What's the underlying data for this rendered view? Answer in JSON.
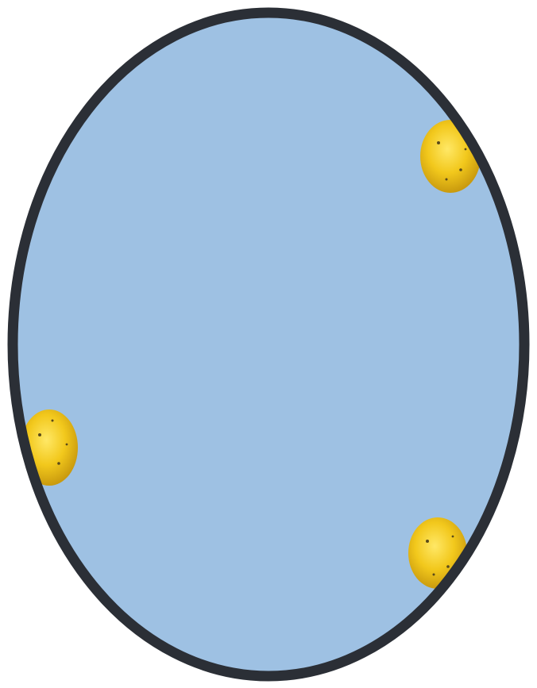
{
  "colors": {
    "background": "#ffffff",
    "disk_fill": "#9ec1e3",
    "disk_outline": "#2b2f36",
    "spot_fill": "#f2c81c",
    "spot_highlight": "#ffe866",
    "spot_shadow": "#c99a0e",
    "spot_speck": "#5a4a1a"
  },
  "objects": {
    "disk": {
      "shape": "ellipse"
    },
    "spots": [
      {
        "id": "spot-top-right",
        "color": "yellow"
      },
      {
        "id": "spot-left",
        "color": "yellow"
      },
      {
        "id": "spot-bottom-right",
        "color": "yellow"
      }
    ]
  }
}
